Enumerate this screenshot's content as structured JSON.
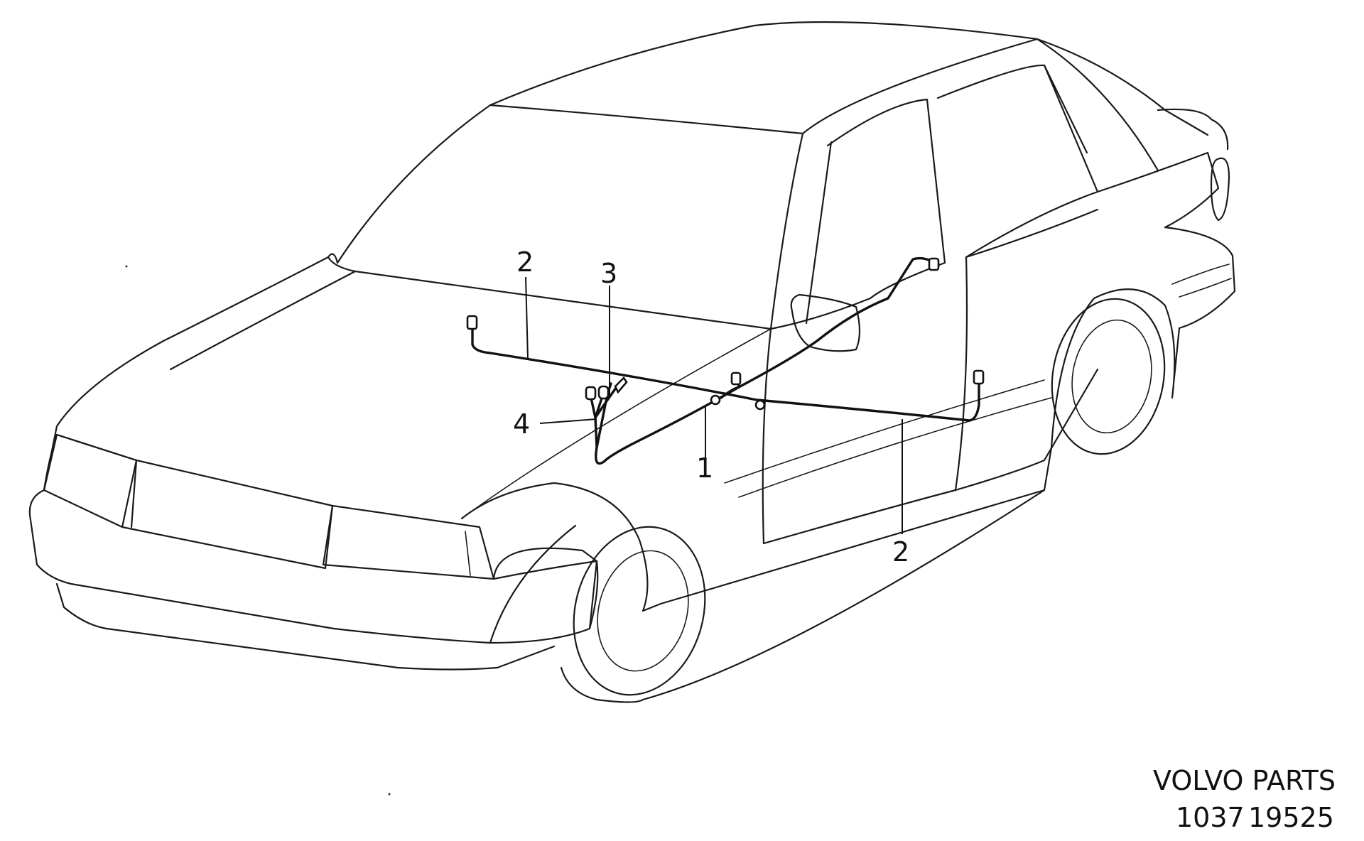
{
  "diagram": {
    "callouts": [
      {
        "id": "c1",
        "label": "1"
      },
      {
        "id": "c2a",
        "label": "2"
      },
      {
        "id": "c2b",
        "label": "2"
      },
      {
        "id": "c3",
        "label": "3"
      },
      {
        "id": "c4",
        "label": "4"
      }
    ],
    "footer": {
      "brand": "VOLVO PARTS",
      "code_left": "1037",
      "code_right": "19525"
    }
  }
}
